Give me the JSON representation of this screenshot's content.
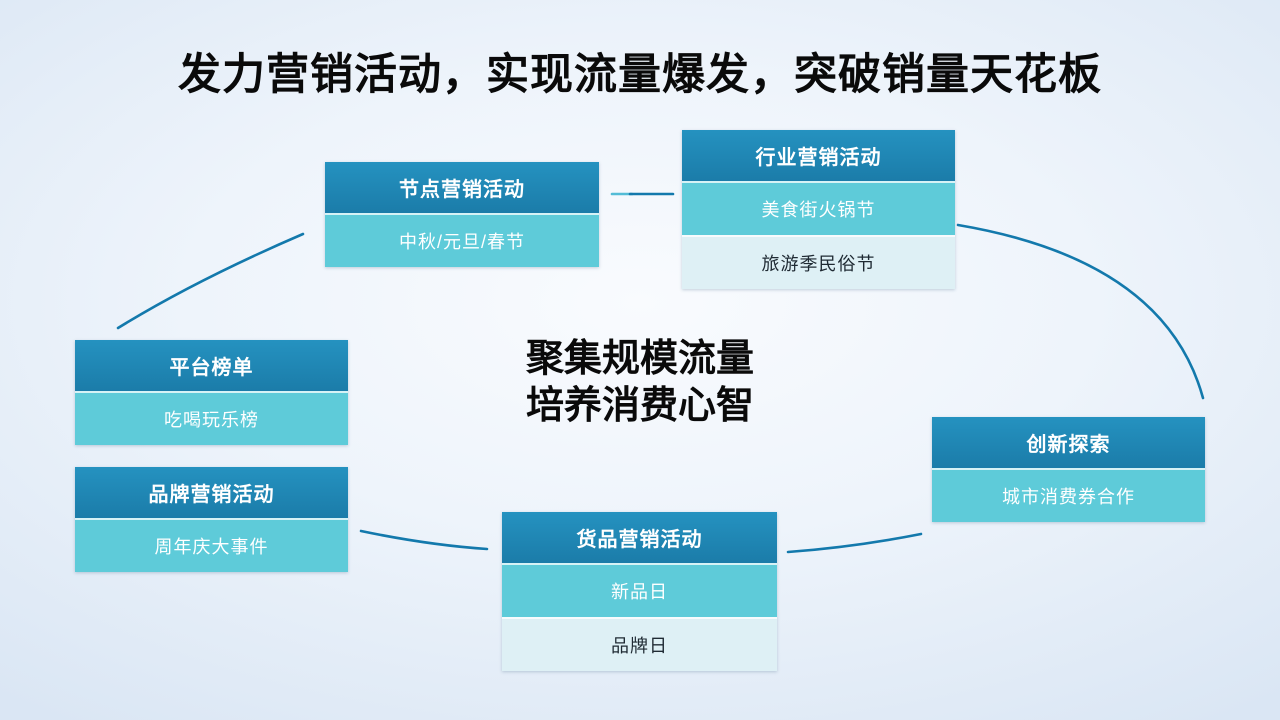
{
  "slide": {
    "title": "发力营销活动，实现流量爆发，突破销量天花板",
    "center_text": {
      "line1": "聚集规模流量",
      "line2": "培养消费心智"
    }
  },
  "colors": {
    "header_bg": "#1e86b4",
    "row_teal_bg": "#5ecbd9",
    "row_light_bg": "#def0f5",
    "connector_line": "#1379ac",
    "connector_light_segment": "#53bcd6",
    "title_text": "#0a0a0a",
    "background_center": "#f9fbfe",
    "background_edge": "#dae6f4"
  },
  "cards": [
    {
      "id": "node-marketing",
      "header": "节点营销活动",
      "rows": [
        {
          "label": "中秋/元旦/春节",
          "tier": "teal"
        }
      ]
    },
    {
      "id": "industry-marketing",
      "header": "行业营销活动",
      "rows": [
        {
          "label": "美食街火锅节",
          "tier": "teal"
        },
        {
          "label": "旅游季民俗节",
          "tier": "light"
        }
      ]
    },
    {
      "id": "platform-ranking",
      "header": "平台榜单",
      "rows": [
        {
          "label": "吃喝玩乐榜",
          "tier": "teal"
        }
      ]
    },
    {
      "id": "brand-marketing",
      "header": "品牌营销活动",
      "rows": [
        {
          "label": "周年庆大事件",
          "tier": "teal"
        }
      ]
    },
    {
      "id": "product-marketing",
      "header": "货品营销活动",
      "rows": [
        {
          "label": "新品日",
          "tier": "teal"
        },
        {
          "label": "品牌日",
          "tier": "light"
        }
      ]
    },
    {
      "id": "innovation-exploration",
      "header": "创新探索",
      "rows": [
        {
          "label": "城市消费券合作",
          "tier": "teal"
        }
      ]
    }
  ]
}
